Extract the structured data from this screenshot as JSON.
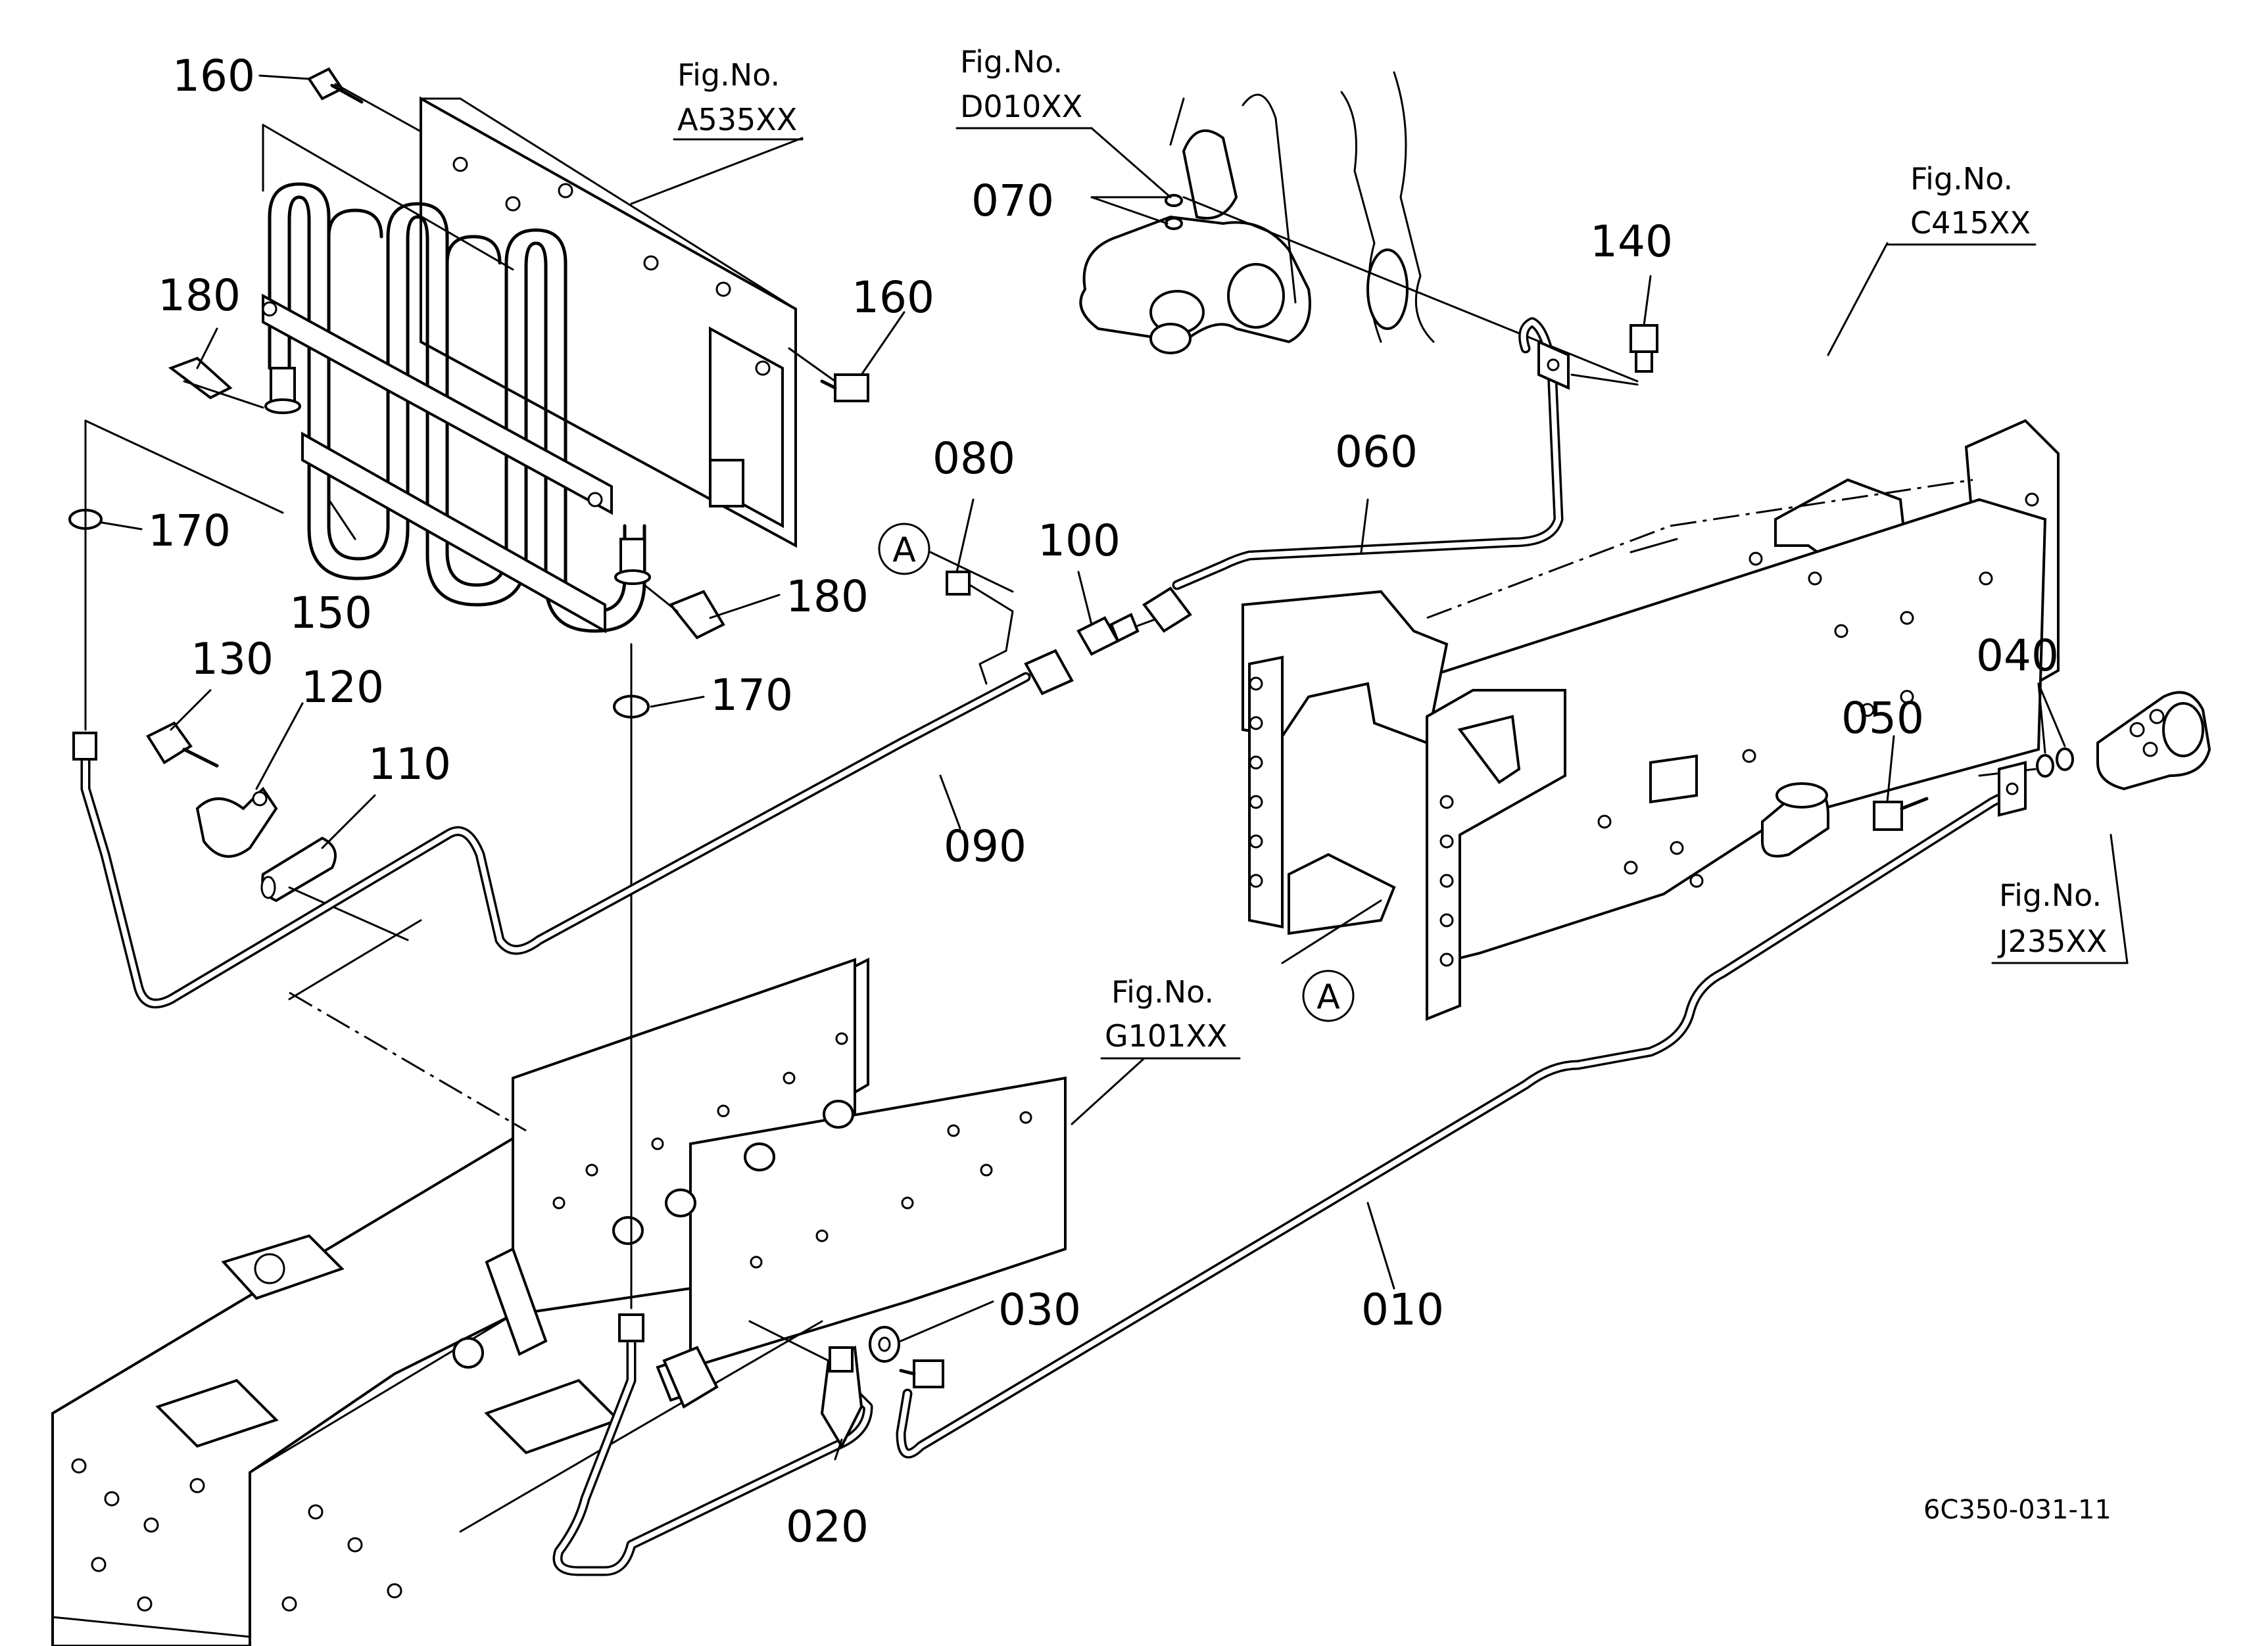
{
  "part_labels": {
    "p010": "010",
    "p020": "020",
    "p030": "030",
    "p040": "040",
    "p050": "050",
    "p060": "060",
    "p070": "070",
    "p080": "080",
    "p090": "090",
    "p100": "100",
    "p110": "110",
    "p120": "120",
    "p130": "130",
    "p140": "140",
    "p150": "150",
    "p160a": "160",
    "p160b": "160",
    "p170a": "170",
    "p170b": "170",
    "p180a": "180",
    "p180b": "180"
  },
  "figure_refs": [
    {
      "prefix": "Fig.No.",
      "code": "A535XX"
    },
    {
      "prefix": "Fig.No.",
      "code": "D010XX"
    },
    {
      "prefix": "Fig.No.",
      "code": "C415XX"
    },
    {
      "prefix": "Fig.No.",
      "code": "J235XX"
    },
    {
      "prefix": "Fig.No.",
      "code": "G101XX"
    }
  ],
  "reference_marks": {
    "mark_a1": "A",
    "mark_a2": "A"
  },
  "drawing_code": "6C350-031-11"
}
